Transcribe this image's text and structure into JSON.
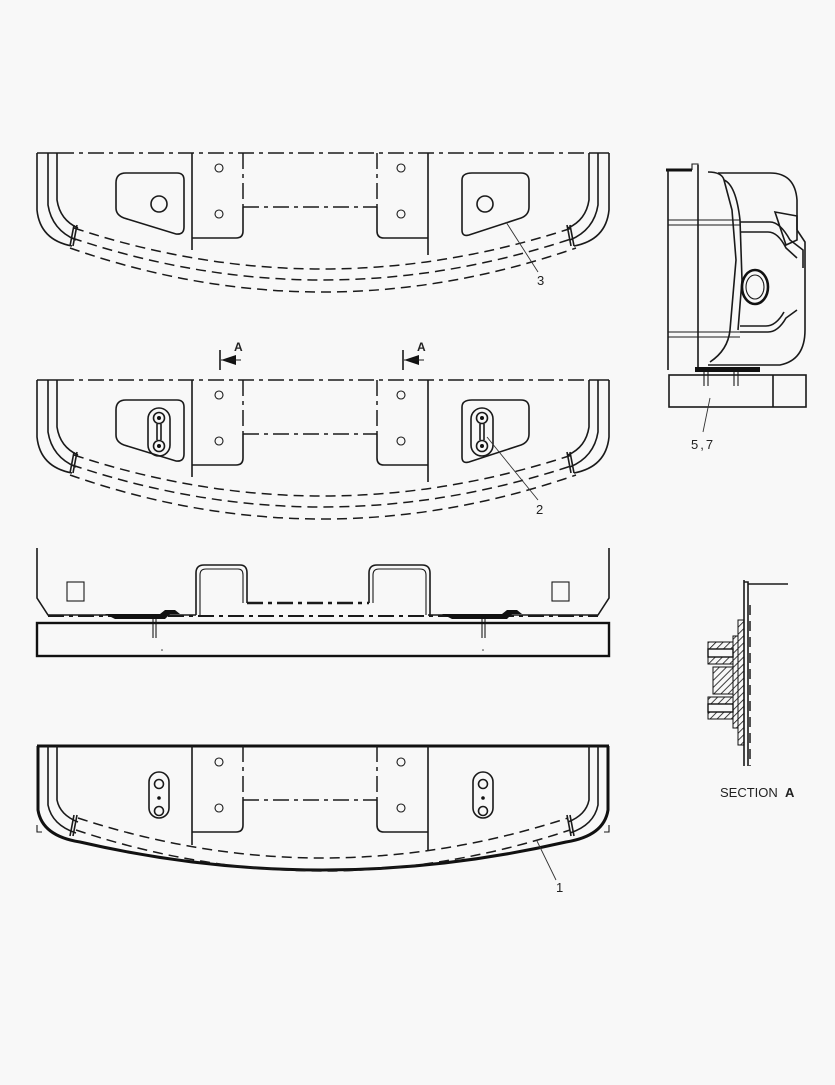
{
  "diagram": {
    "type": "exploded parts / assembly drawing",
    "views": [
      {
        "id": "top-view-1",
        "description": "Top view of counterweight with mounting pads (item 3)"
      },
      {
        "id": "top-view-2",
        "description": "Top view with rubber mounts and section cut markers A"
      },
      {
        "id": "front-view",
        "description": "Front elevation showing brackets on frame"
      },
      {
        "id": "top-view-3",
        "description": "Top view of base plate (item 1) with slotted holes"
      },
      {
        "id": "side-view",
        "description": "Side elevation of assembly with fasteners (items 5,7)"
      },
      {
        "id": "section-a",
        "description": "Section A detail through mount"
      }
    ],
    "callouts": {
      "item_3": "3",
      "item_2": "2",
      "item_1": "1",
      "items_5_7": "5,7"
    },
    "section_markers": {
      "left": "A",
      "right": "A"
    },
    "section_title": {
      "prefix": "SECTION",
      "letter": "A"
    },
    "colors": {
      "background": "#f8f8f8",
      "line": "#1a1a1a"
    }
  }
}
